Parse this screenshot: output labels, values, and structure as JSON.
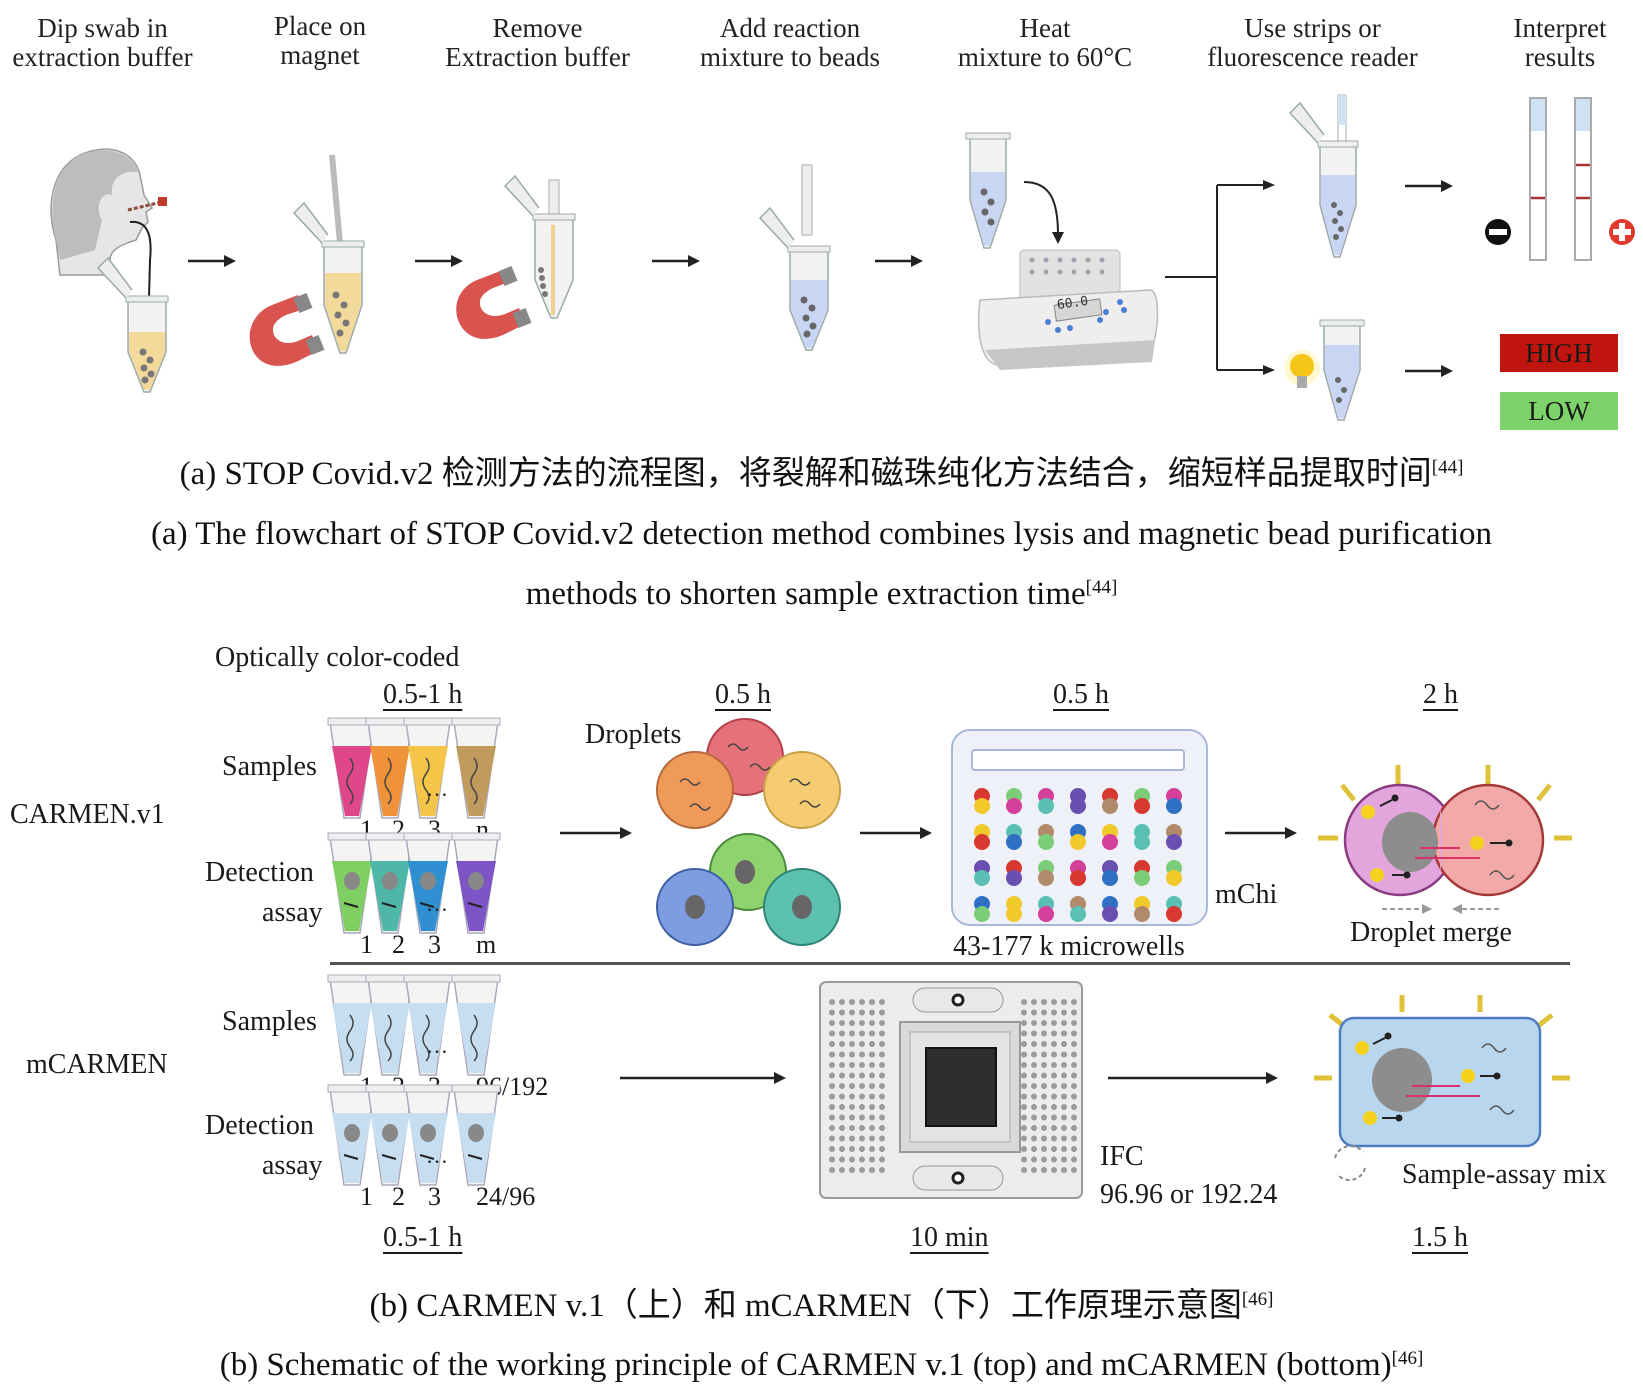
{
  "panel_a": {
    "steps": [
      {
        "label_l1": "Dip swab in",
        "label_l2": "extraction buffer"
      },
      {
        "label_l1": "Place on",
        "label_l2": "magnet"
      },
      {
        "label_l1": "Remove",
        "label_l2": "Extraction buffer"
      },
      {
        "label_l1": "Add reaction",
        "label_l2": "mixture to beads"
      },
      {
        "label_l1": "Heat",
        "label_l2": "mixture to 60°C"
      },
      {
        "label_l1": "Use strips or",
        "label_l2": "fluorescence reader"
      },
      {
        "label_l1": "Interpret",
        "label_l2": "results"
      }
    ],
    "heater_display": "60.0",
    "results": {
      "high": "HIGH",
      "low": "LOW",
      "negative_icon": "minus-circle-icon",
      "positive_icon": "plus-circle-icon"
    },
    "caption_cn": "(a) STOP Covid.v2 检测方法的流程图，将裂解和磁珠纯化方法结合，缩短样品提取时间",
    "caption_cn_ref": "[44]",
    "caption_en_l1": "(a) The flowchart of STOP Covid.v2 detection method combines lysis and magnetic bead purification",
    "caption_en_l2": "methods to shorten sample extraction time",
    "caption_en_ref": "[44]"
  },
  "panel_b": {
    "carmen": {
      "name": "CARMEN.v1",
      "header": "Optically color-coded",
      "time_prep": "0.5-1 h",
      "samples_label": "Samples",
      "detection_label_l1": "Detection",
      "detection_label_l2": "assay",
      "sample_indices": [
        "1",
        "2",
        "3",
        "n"
      ],
      "assay_indices": [
        "1",
        "2",
        "3",
        "m"
      ],
      "sample_colors": [
        "#e0468a",
        "#f0923a",
        "#f5c54a",
        "#c19a5e"
      ],
      "assay_colors": [
        "#7fcf62",
        "#4fb7a8",
        "#2f8fd0",
        "#7d55c7"
      ],
      "time_droplets": "0.5 h",
      "droplets_label": "Droplets",
      "time_microwells": "0.5 h",
      "microwells_label": "43-177 k microwells",
      "chip_label": "mChi",
      "time_merge": "2 h",
      "merge_label": "Droplet merge"
    },
    "mcarmen": {
      "name": "mCARMEN",
      "samples_label": "Samples",
      "detection_label_l1": "Detection",
      "detection_label_l2": "assay",
      "sample_indices": [
        "1",
        "2",
        "3",
        "96/192"
      ],
      "assay_indices": [
        "1",
        "2",
        "3",
        "24/96"
      ],
      "time_prep": "0.5-1 h",
      "ifc_label": "IFC",
      "ifc_formats": "96.96 or 192.24",
      "time_ifc": "10 min",
      "mix_label": "Sample-assay mix",
      "time_mix": "1.5 h"
    },
    "caption_cn": "(b) CARMEN v.1（上）和 mCARMEN（下）工作原理示意图",
    "caption_cn_ref": "[46]",
    "caption_en": "(b) Schematic of the working principle of CARMEN v.1 (top) and mCARMEN (bottom)",
    "caption_en_ref": "[46]"
  }
}
